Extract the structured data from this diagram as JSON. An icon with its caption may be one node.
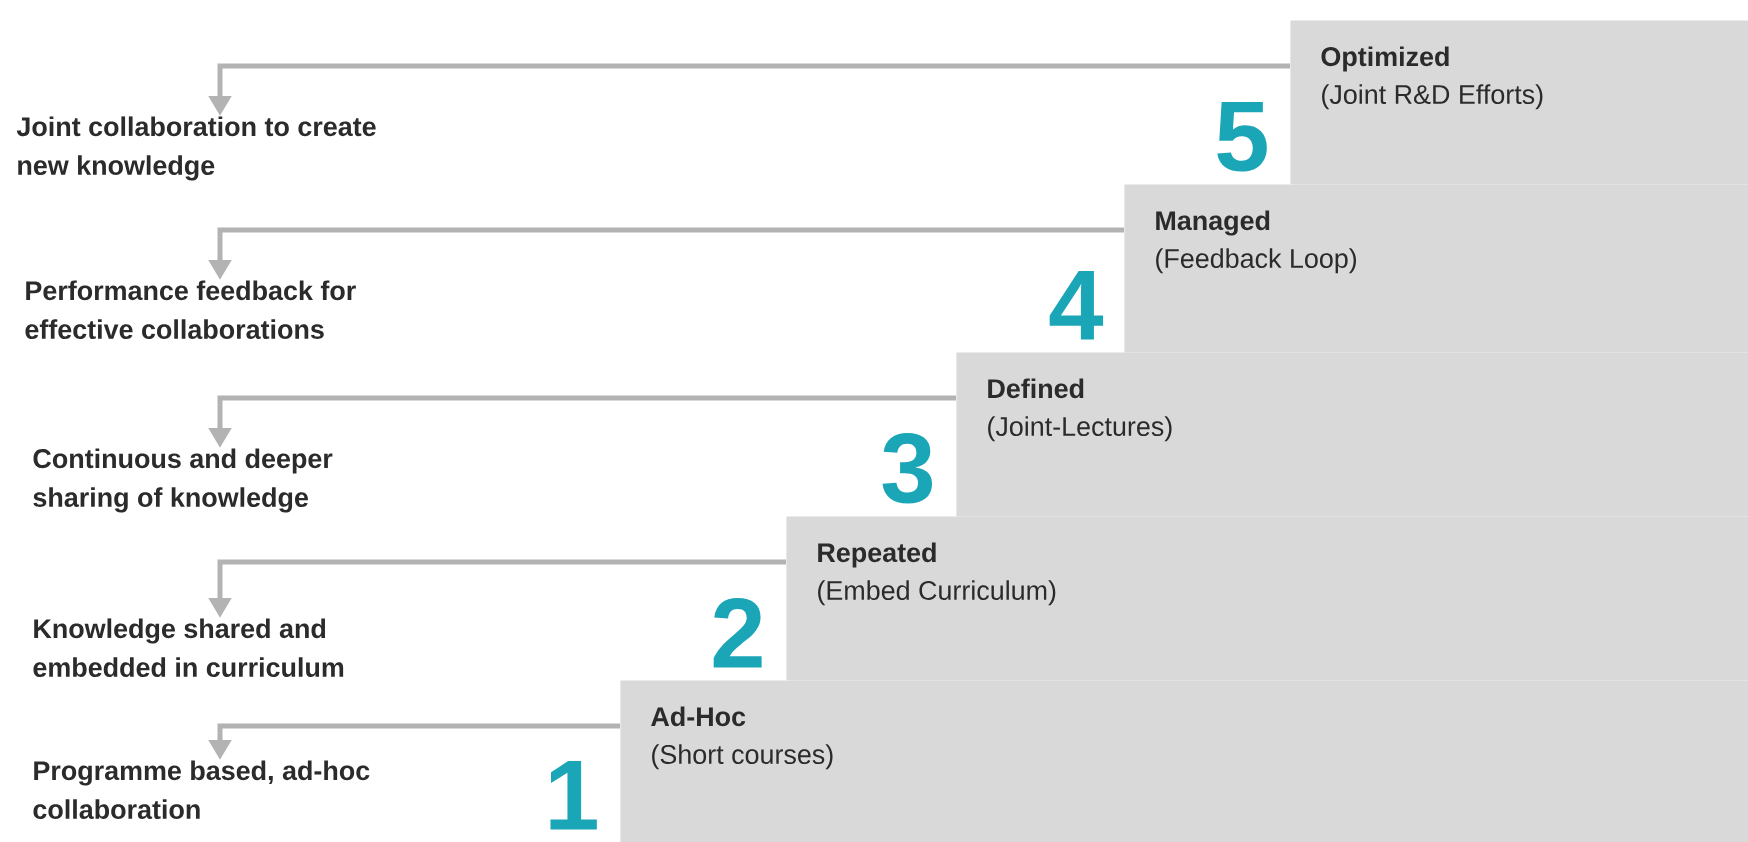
{
  "diagram": {
    "nodes": [
      {
        "text": [
          "Joint collaboration to create new knowledge"
        ]
      },
      {
        "text": [
          "Performance feedback for effective collaborations"
        ]
      },
      {
        "text": [
          "Continuous and deeper sharing of knowledge"
        ]
      },
      {
        "text": [
          "Knowledge shared and embedded in curriculum"
        ]
      },
      {
        "text": [
          "Programme based, ad-hoc collaboration"
        ]
      },
      {
        "text": [
          "Optimized",
          "(Joint R&D Efforts)"
        ],
        "beside": [
          "5"
        ]
      },
      {
        "text": [
          "Managed",
          "(Feedback Loop)"
        ],
        "beside": [
          "4"
        ]
      },
      {
        "text": [
          "Defined",
          "(Joint-Lectures)"
        ],
        "beside": [
          "3"
        ]
      },
      {
        "text": [
          "Repeated",
          "(Embed Curriculum)"
        ],
        "beside": [
          "2"
        ]
      },
      {
        "text": [
          "Ad-Hoc",
          "(Short courses)"
        ],
        "beside": [
          "1"
        ]
      }
    ],
    "edges": [
      {
        "from": 5,
        "to": 0,
        "arrow": "to"
      },
      {
        "from": 6,
        "to": 1,
        "arrow": "to"
      },
      {
        "from": 7,
        "to": 2,
        "arrow": "to"
      },
      {
        "from": 8,
        "to": 3,
        "arrow": "to"
      },
      {
        "from": 9,
        "to": 4,
        "arrow": "to"
      }
    ]
  }
}
